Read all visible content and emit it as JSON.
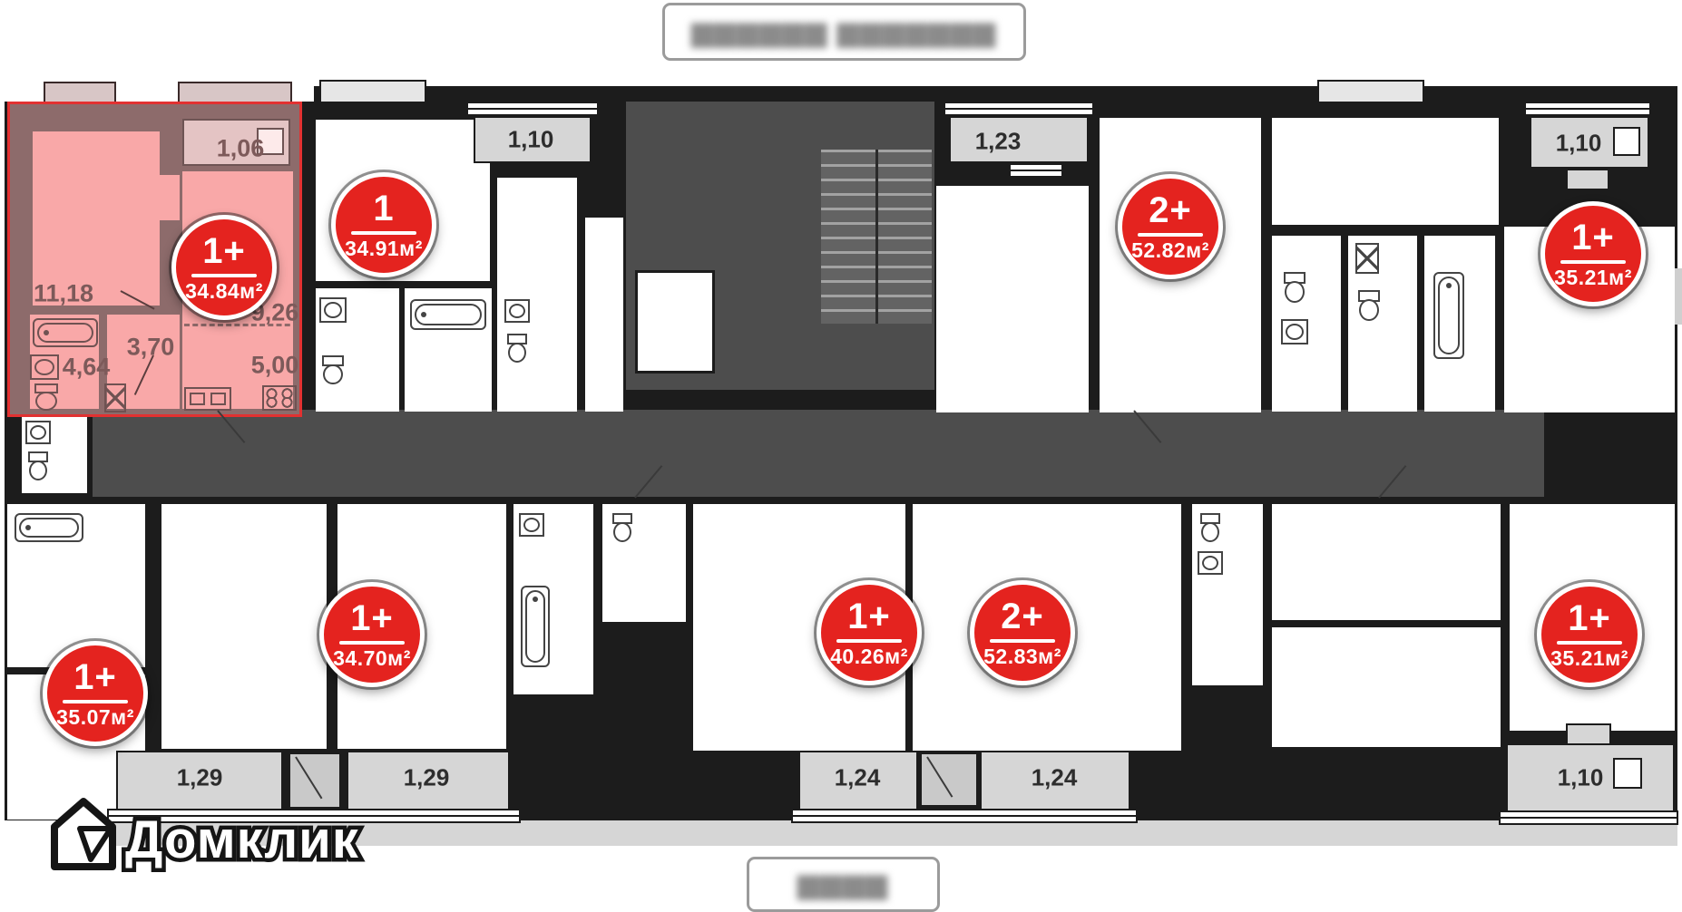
{
  "header": {
    "top_label": "▆▆▆▆▆▆ ▆▆▆▆▆▆▆"
  },
  "footer": {
    "bottom_label": "▆▆▆▆",
    "logo_text": "Домклик"
  },
  "colors": {
    "badge_red": "#e4231f",
    "highlight_pink": "#f9a8a8",
    "highlight_border": "#e23131",
    "wall_black": "#1c1c1c",
    "corridor_gray": "#4d4d4d",
    "balcony_gray": "#d6d6d6"
  },
  "highlighted_apartment": {
    "badge": {
      "type": "1+",
      "area": "34.84м²"
    },
    "room_sizes": {
      "balcony": "1,06",
      "living": "11,18",
      "kitchen_zone": "9,26",
      "hall": "3,70",
      "bath": "4,64",
      "kitchen": "5,00"
    }
  },
  "badges": [
    {
      "type": "1",
      "area": "34.91м²"
    },
    {
      "type": "2+",
      "area": "52.82м²"
    },
    {
      "type": "1+",
      "area": "35.21м²"
    },
    {
      "type": "1+",
      "area": "35.07м²"
    },
    {
      "type": "1+",
      "area": "34.70м²"
    },
    {
      "type": "1+",
      "area": "40.26м²"
    },
    {
      "type": "2+",
      "area": "52.83м²"
    },
    {
      "type": "1+",
      "area": "35.21м²"
    }
  ],
  "balcony_labels": {
    "top": [
      "1,10",
      "1,23",
      "1,10"
    ],
    "bottom": [
      "1,29",
      "1,29",
      "1,24",
      "1,24",
      "1,10"
    ]
  }
}
